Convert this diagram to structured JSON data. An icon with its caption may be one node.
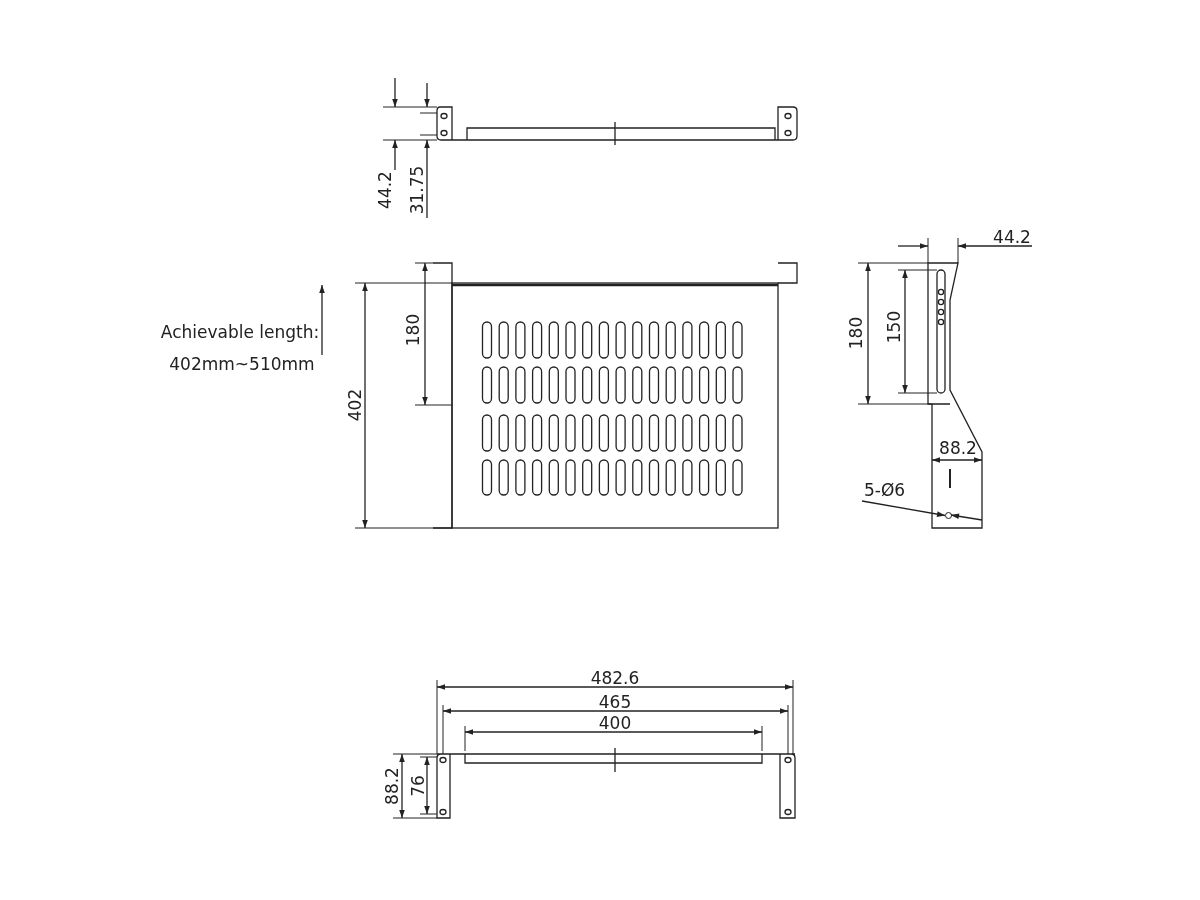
{
  "diagram": {
    "nodes": [
      {
        "text": [
          "5-Ø6"
        ]
      },
      {
        "text": [],
        "shape": "circle"
      }
    ],
    "edges": [
      {
        "from": 0,
        "to": 1,
        "arrow": "to"
      }
    ],
    "labels": [
      "44.2",
      "31.75",
      "44.2",
      "Achievable length:",
      "180",
      "180",
      "150",
      "402mm~510mm",
      "402",
      "88.2",
      "482.6",
      "465",
      "400",
      "88.2",
      "76"
    ]
  }
}
